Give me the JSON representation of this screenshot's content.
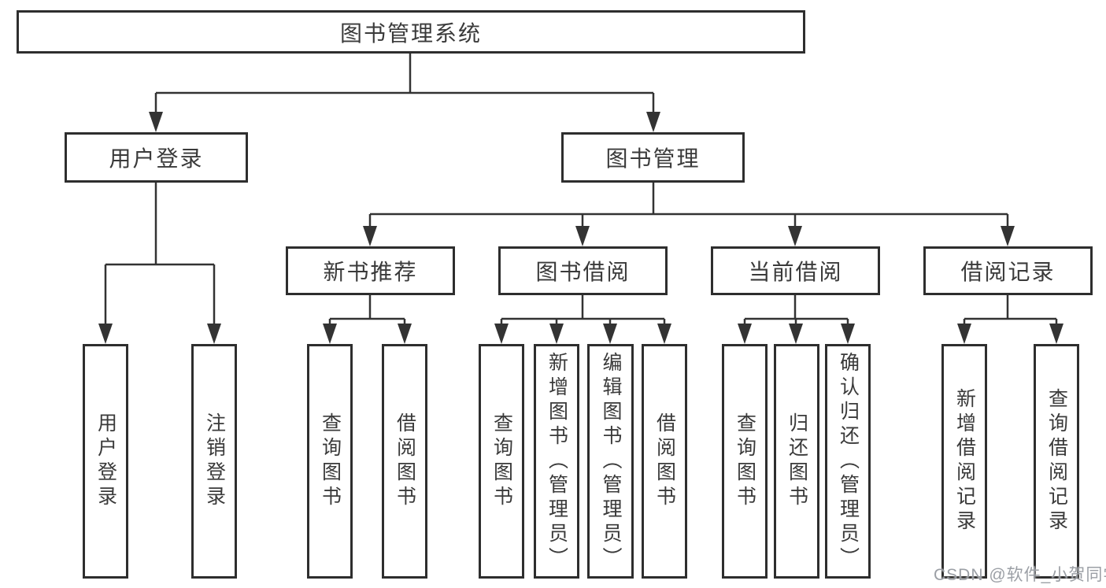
{
  "tree": {
    "label": "图书管理系统",
    "children": [
      {
        "label": "用户登录",
        "children": [
          {
            "label": "用户登录"
          },
          {
            "label": "注销登录"
          }
        ]
      },
      {
        "label": "图书管理",
        "children": [
          {
            "label": "新书推荐",
            "children": [
              {
                "label": "查询图书"
              },
              {
                "label": "借阅图书"
              }
            ]
          },
          {
            "label": "图书借阅",
            "children": [
              {
                "label": "查询图书"
              },
              {
                "label": "新增图书（管理员）"
              },
              {
                "label": "编辑图书（管理员）"
              },
              {
                "label": "借阅图书"
              }
            ]
          },
          {
            "label": "当前借阅",
            "children": [
              {
                "label": "查询图书"
              },
              {
                "label": "归还图书"
              },
              {
                "label": "确认归还（管理员）"
              }
            ]
          },
          {
            "label": "借阅记录",
            "children": [
              {
                "label": "新增借阅记录"
              },
              {
                "label": "查询借阅记录"
              }
            ]
          }
        ]
      }
    ]
  },
  "watermark": {
    "text": "CSDN @软件_小贺同学"
  },
  "colors": {
    "line": "#333333",
    "box_border": "#2e2e2e",
    "text": "#3a3a3a",
    "watermark": "#969aa0",
    "background": "#ffffff"
  }
}
